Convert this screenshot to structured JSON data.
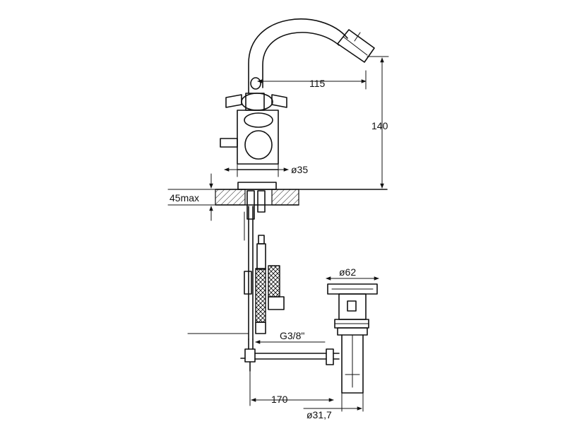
{
  "dimensions": {
    "spout_reach": "115",
    "height": "140",
    "body_diameter": "ø35",
    "deck_thickness": "45max",
    "waste_diameter": "ø62",
    "connection": "G3/8\"",
    "waste_distance": "170",
    "waste_outlet": "ø31,7"
  },
  "colors": {
    "ink": "#111111",
    "background": "#ffffff"
  }
}
